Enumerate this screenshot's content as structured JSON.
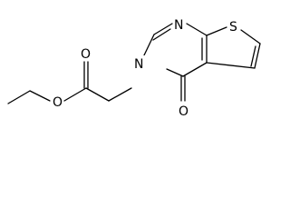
{
  "molecule": {
    "atom_labels": {
      "ester_oxygen": "O",
      "carbonyl_oxygen_ester": "O",
      "ring_nitrogen_n3": "N",
      "ring_nitrogen_n1": "N",
      "thiophene_sulfur": "S",
      "ketone_oxygen": "O"
    },
    "colors": {
      "bond": "#000000",
      "label": "#000000",
      "background": "#ffffff"
    }
  }
}
